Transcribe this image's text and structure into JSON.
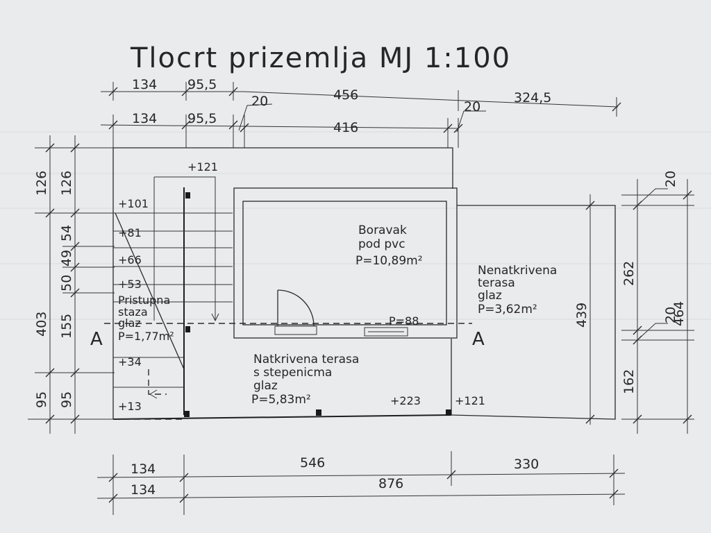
{
  "drawing": {
    "title": "Tlocrt prizemlja MJ 1:100",
    "top_dims_row1": [
      "134",
      "95,5",
      "20",
      "456",
      "20",
      "324,5"
    ],
    "top_dims_row2": [
      "134",
      "95,5",
      "416"
    ],
    "bottom_dims_row1": [
      "134",
      "546",
      "330"
    ],
    "bottom_dims_row2": [
      "134",
      "876"
    ],
    "left_dims_outer": [
      "126",
      "403",
      "95"
    ],
    "left_dims_inner": [
      "126",
      "54",
      "49",
      "50",
      "155",
      "95"
    ],
    "right_dims_inner": [
      "20",
      "262",
      "20",
      "162"
    ],
    "right_dims_outer": [
      "464"
    ],
    "terrace_height_dim": "439",
    "levels": [
      "+121",
      "+101",
      "+81",
      "+66",
      "+53",
      "+34",
      "+13",
      "+223",
      "+121"
    ],
    "section_mark": "A",
    "rooms": [
      {
        "lines": [
          "Boravak",
          "pod pvc",
          "P=10,89m²"
        ]
      },
      {
        "lines": [
          "Nenatkrivena",
          "terasa",
          "glaz",
          "P=3,62m²"
        ]
      },
      {
        "lines": [
          "Pristupna",
          "staza",
          "glaz",
          "P=1,77m²"
        ]
      },
      {
        "lines": [
          "Natkrivena terasa",
          "s stepenicma",
          "glaz",
          "P=5,83m²"
        ]
      }
    ],
    "window_label": "P=88"
  }
}
